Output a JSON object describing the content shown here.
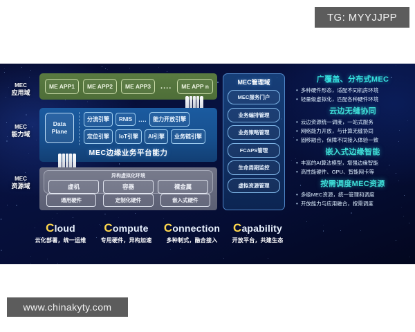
{
  "watermarks": {
    "tag": "TG: MYYJJPP",
    "url": "www.chinakyty.com"
  },
  "domain_labels": [
    {
      "en": "MEC",
      "cn": "应用域"
    },
    {
      "en": "MEC",
      "cn": "能力域"
    },
    {
      "en": "MEC",
      "cn": "资源域"
    }
  ],
  "application_domain": {
    "apps": [
      "ME APP1",
      "ME APP2",
      "ME APP3"
    ],
    "ellipsis": "....",
    "last_app": "ME APP n"
  },
  "capability_domain": {
    "data_plane_line1": "Data",
    "data_plane_line2": "Plane",
    "engines_row1": [
      "分流引擎",
      "RNIS"
    ],
    "engines_row1_ellipsis": "....",
    "engines_row1_last": "能力开放引擎",
    "engines_row2": [
      "定位引擎",
      "IoT引擎",
      "AI引擎",
      "业务链引擎"
    ],
    "title": "MEC边缘业务平台能力"
  },
  "resource_domain": {
    "virt_title": "异构虚拟化环境",
    "virt_items": [
      "虚机",
      "容器",
      "裸金属"
    ],
    "hardware_items": [
      "通用硬件",
      "定制化硬件",
      "嵌入式硬件"
    ]
  },
  "management_domain": {
    "title": "MEC管理域",
    "items": [
      "MEC服务门户",
      "业务编排管理",
      "业务策略管理",
      "FCAPS管理",
      "生命周期监控",
      "虚拟资源管理"
    ]
  },
  "features": [
    {
      "heading": "广覆盖、分布式MEC",
      "bullets": [
        "多种硬件形态，适配不同机房环境",
        "轻量级虚拟化，匹配各种硬件环境"
      ]
    },
    {
      "heading": "云边无缝协同",
      "bullets": [
        "云边资源统一调度，一站式服务",
        "网络能力开放，与计算无缝协同",
        "固移融合，保障不同接入体验一致"
      ]
    },
    {
      "heading": "嵌入式边缘智能",
      "bullets": [
        "丰富的AI算法模型，增强边缘智能",
        "高性能硬件、GPU、智能网卡等"
      ]
    },
    {
      "heading": "按需调度MEC资源",
      "bullets": [
        "多级MEC资源，统一管理和调度",
        "开放能力与应用融合，按需调度"
      ]
    }
  ],
  "pillars": [
    {
      "initial": "C",
      "rest": "loud",
      "sub": "云化部署，统一运维"
    },
    {
      "initial": "C",
      "rest": "ompute",
      "sub": "专用硬件，异构加速"
    },
    {
      "initial": "C",
      "rest": "onnection",
      "sub": "多种制式，融合接入"
    },
    {
      "initial": "C",
      "rest": "apability",
      "sub": "开放平台，共建生态"
    }
  ],
  "colors": {
    "accent_yellow": "#ffd84d",
    "accent_cyan": "#35e3e0",
    "app_green": "#4e6e38",
    "cap_blue": "#17508f",
    "res_grey": "#5b5f74",
    "background_navy": "#050d33",
    "watermark_grey": "#5c5c5c"
  }
}
